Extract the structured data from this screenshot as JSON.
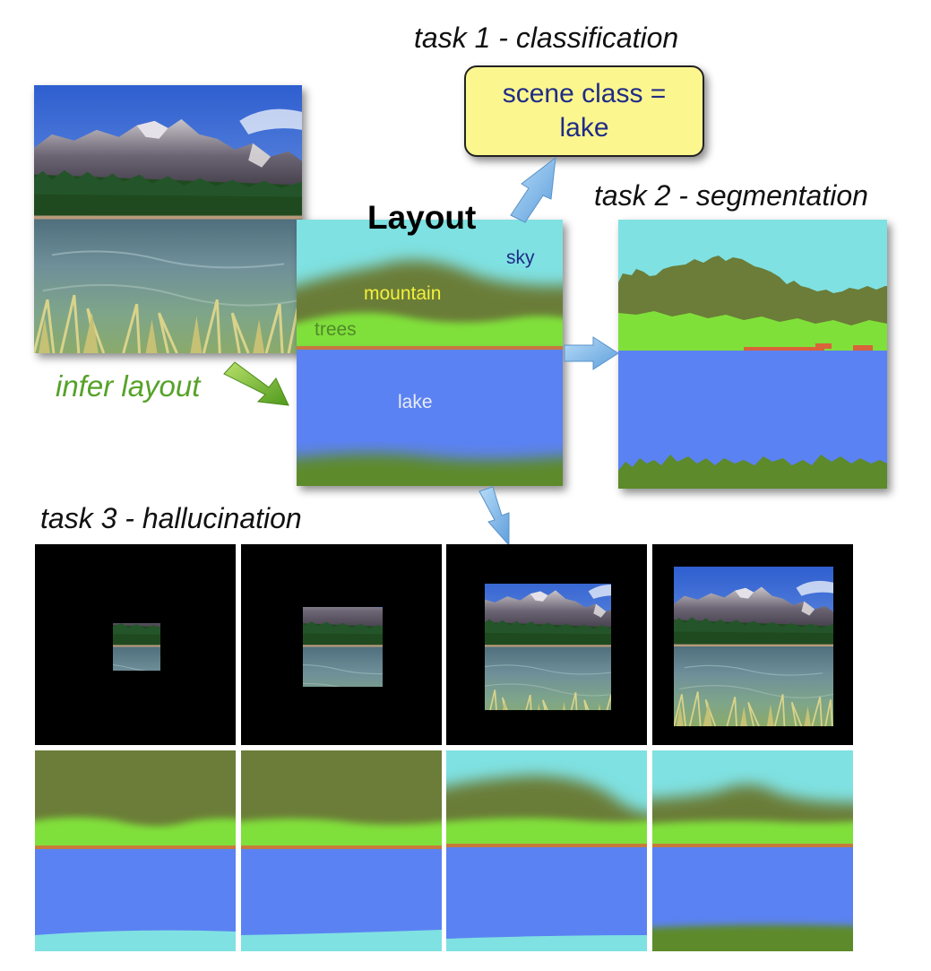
{
  "tasks": {
    "task1": "task 1 - classification",
    "task2": "task 2 - segmentation",
    "task3": "task 3 - hallucination"
  },
  "classification": {
    "line1": "scene class =",
    "line2": "lake"
  },
  "layout": {
    "title": "Layout",
    "regions": {
      "sky": "sky",
      "mountain": "mountain",
      "trees": "trees",
      "lake": "lake"
    }
  },
  "infer_label": "infer layout",
  "colors": {
    "sky": "#7fe1e2",
    "mountain": "#6b7d38",
    "trees": "#80e03a",
    "sand": "#d9633a",
    "lake": "#5b82f2",
    "grass": "#5d8a2a",
    "class_box": "#fcf68f",
    "class_text": "#1f2c86",
    "infer_text": "#56a22a",
    "arrow_blue": "#8ec4ef",
    "arrow_green": "#86c440"
  },
  "hallucination": {
    "steps": 4
  }
}
